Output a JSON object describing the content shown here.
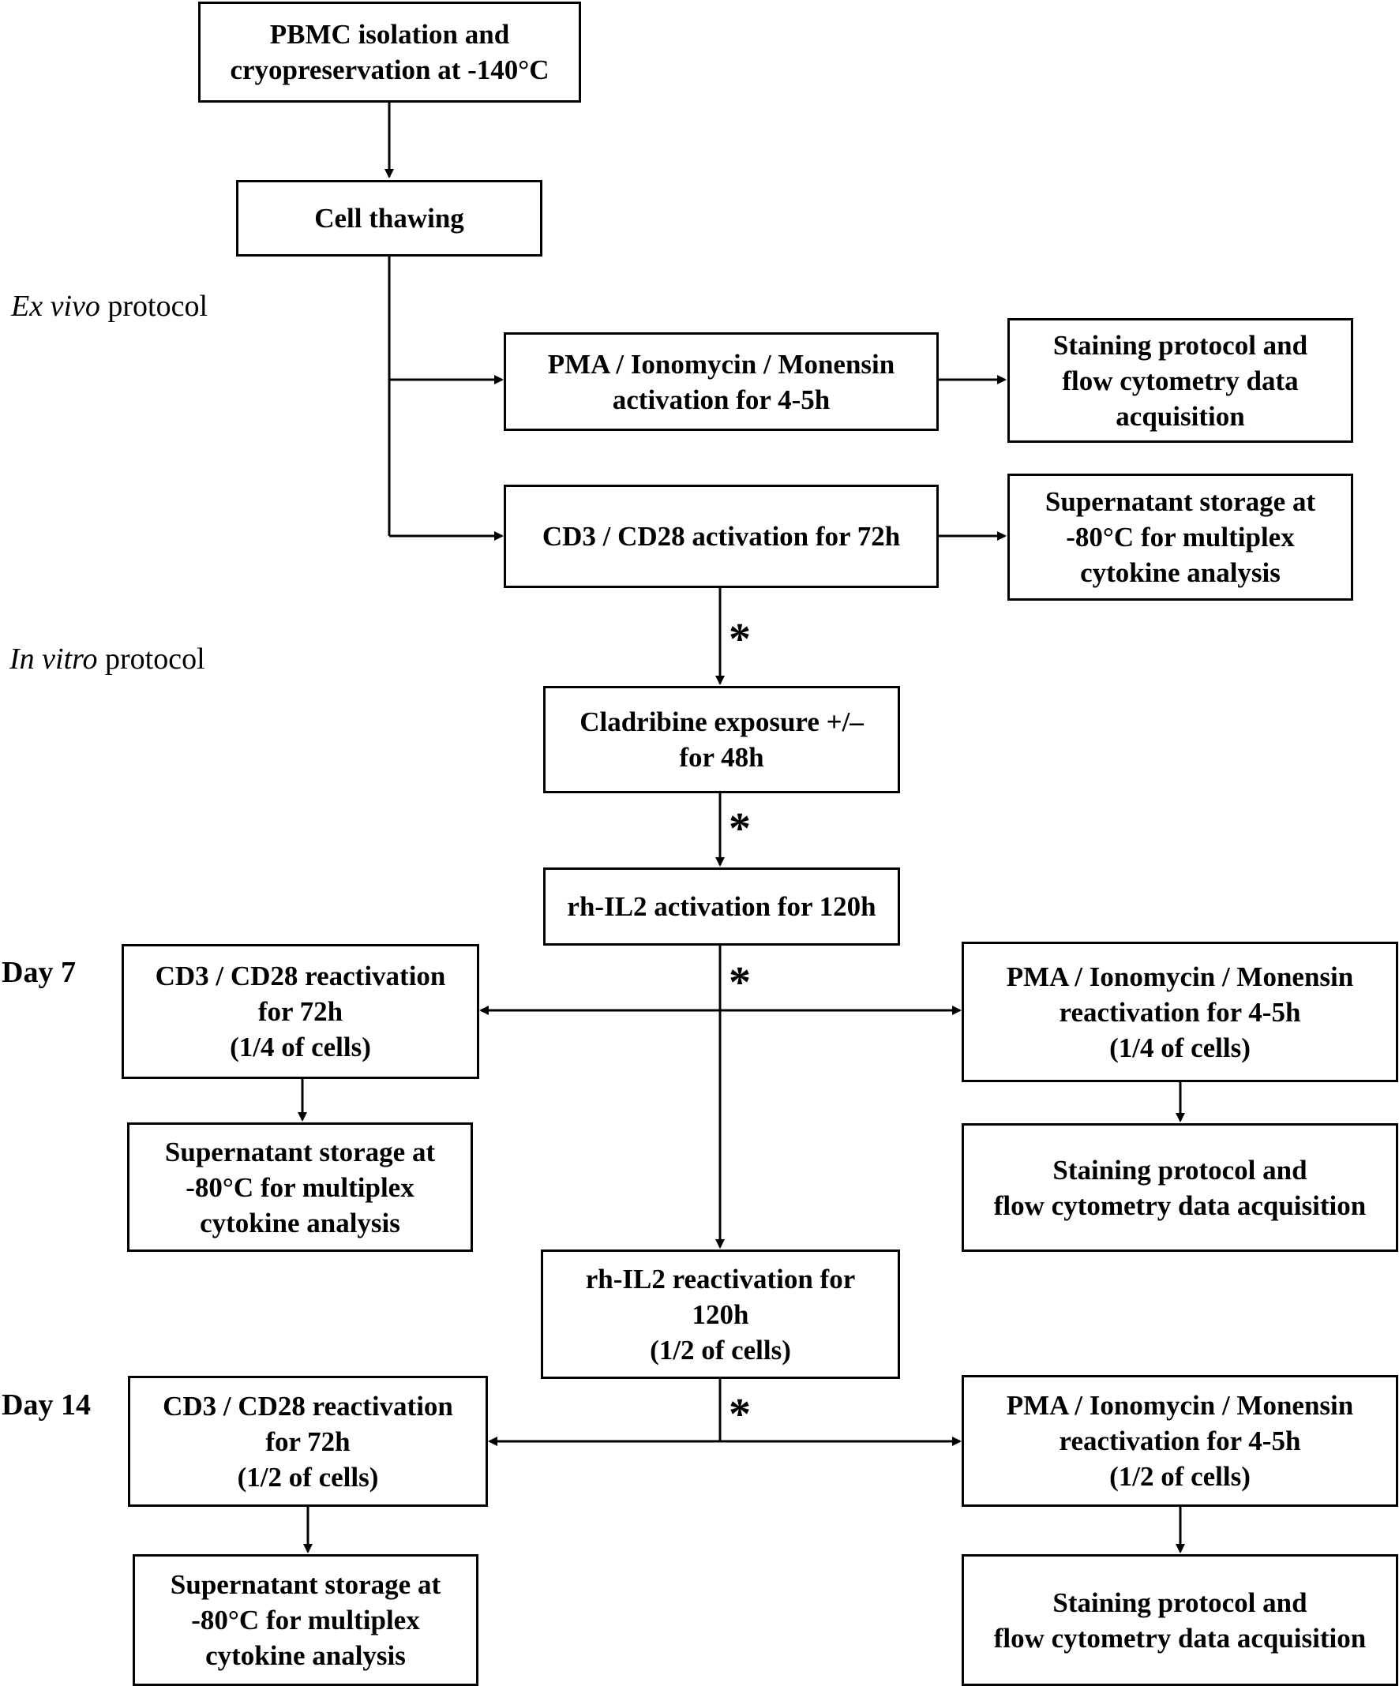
{
  "boxes": {
    "pbmc": "PBMC isolation and\ncryopreservation at -140°C",
    "thawing": "Cell thawing",
    "pma_activation": "PMA / Ionomycin / Monensin\nactivation for 4-5h",
    "staining_1": "Staining protocol and\nflow cytometry data\nacquisition",
    "cd3_activation": "CD3 / CD28 activation for 72h",
    "supernatant_1": "Supernatant storage at\n-80°C for multiplex\ncytokine analysis",
    "cladribine": "Cladribine exposure +/–\nfor 48h",
    "il2_activation": "rh-IL2 activation for 120h",
    "day7_cd3": "CD3 / CD28 reactivation\nfor 72h\n(1/4 of cells)",
    "day7_pma": "PMA / Ionomycin / Monensin\nreactivation for 4-5h\n(1/4 of cells)",
    "day7_supernatant": "Supernatant storage at\n-80°C for multiplex\ncytokine analysis",
    "day7_staining": "Staining protocol and\nflow cytometry data acquisition",
    "il2_reactivation": "rh-IL2 reactivation for\n120h\n(1/2 of cells)",
    "day14_cd3": "CD3 / CD28 reactivation\nfor 72h\n(1/2 of cells)",
    "day14_pma": "PMA / Ionomycin / Monensin\nreactivation for 4-5h\n(1/2 of cells)",
    "day14_supernatant": "Supernatant storage at\n-80°C for multiplex\ncytokine analysis",
    "day14_staining": "Staining protocol and\nflow cytometry data acquisition"
  },
  "labels": {
    "ex_vivo_italic": "Ex vivo",
    "in_vitro_italic": "In vitro",
    "protocol": " protocol",
    "day7": "Day 7",
    "day14": "Day 14"
  },
  "star": "*"
}
